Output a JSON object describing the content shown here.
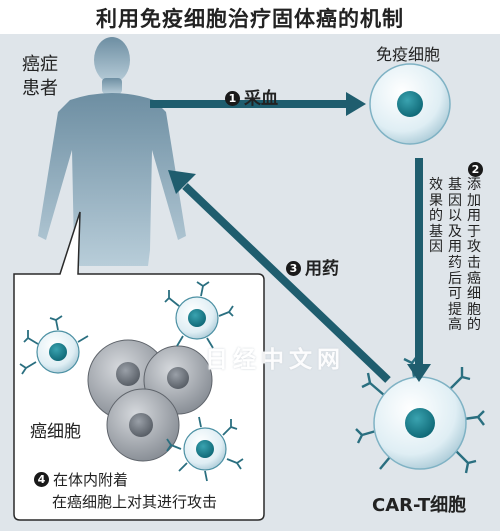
{
  "title": "利用免疫细胞治疗固体癌的机制",
  "patient_label": "癌症患者",
  "immune_cell_label": "免疫细胞",
  "steps": {
    "step1": {
      "num": "1",
      "text": "采血"
    },
    "step2": {
      "num": "2",
      "col_a": "添加用于攻击癌细胞的",
      "col_b": "基因以及用药后可提高",
      "col_c": "效果的基因"
    },
    "step3": {
      "num": "3",
      "text": "用药"
    },
    "step4": {
      "num": "4",
      "line1": "在体内附着",
      "line2": "在癌细胞上对其进行攻击"
    }
  },
  "car_t_label": "CAR-T细胞",
  "cancer_cell_label": "癌细胞",
  "watermark": "日经中文网",
  "colors": {
    "arrow": "#1f5d6e",
    "body": "#8aaabb",
    "cell_core": "#16808e",
    "cancer_cell": "#8a8f97",
    "background": "#dfe5ea"
  }
}
